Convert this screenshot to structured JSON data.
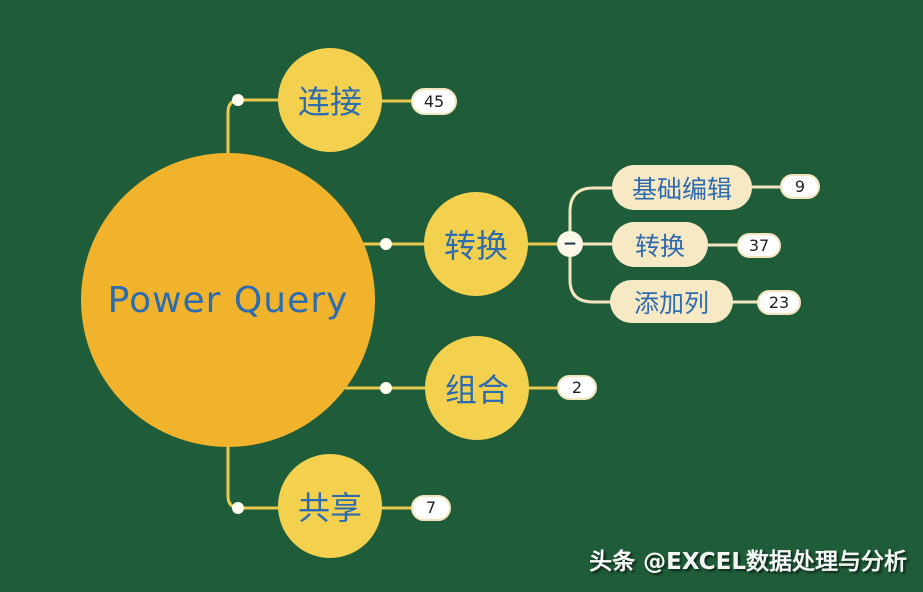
{
  "colors": {
    "background": "#1F5C39",
    "root_fill": "#F0B32B",
    "branch_fill": "#F3D14E",
    "pill_fill": "#F7E9C4",
    "text_blue": "#2E6CB0",
    "line_yellow": "#E9C94E",
    "line_cream": "#F2E5BE",
    "badge_bg": "#FFFFFF",
    "badge_text": "#222222",
    "toggle_bg": "#FDF8E8",
    "toggle_text": "#16324F",
    "watermark_text": "#FFFFFF"
  },
  "root": {
    "label": "Power Query"
  },
  "branches": [
    {
      "label": "连接",
      "count": "45"
    },
    {
      "label": "转换",
      "toggle": "−",
      "children": [
        {
          "label": "基础编辑",
          "count": "9"
        },
        {
          "label": "转换",
          "count": "37"
        },
        {
          "label": "添加列",
          "count": "23"
        }
      ]
    },
    {
      "label": "组合",
      "count": "2"
    },
    {
      "label": "共享",
      "count": "7"
    }
  ],
  "watermark": {
    "prefix": "头条",
    "handle": "@EXCEL数据处理与分析"
  }
}
